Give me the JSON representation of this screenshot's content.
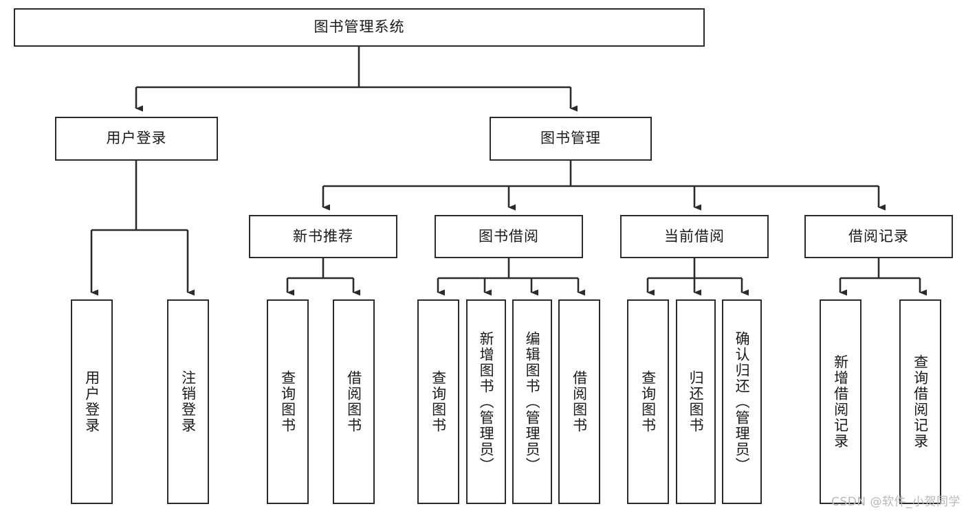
{
  "diagram": {
    "title": "图书管理系统",
    "type": "tree-hierarchy",
    "watermark": "CSDN @软件_小贺同学",
    "root": {
      "label": "图书管理系统"
    },
    "level1": [
      {
        "label": "用户登录"
      },
      {
        "label": "图书管理"
      }
    ],
    "level2": [
      {
        "label": "新书推荐"
      },
      {
        "label": "图书借阅"
      },
      {
        "label": "当前借阅"
      },
      {
        "label": "借阅记录"
      }
    ],
    "leaves": {
      "user_login": [
        {
          "label": "用户登录"
        },
        {
          "label": "注销登录"
        }
      ],
      "new_book_recommend": [
        {
          "label": "查询图书"
        },
        {
          "label": "借阅图书"
        }
      ],
      "book_borrow": [
        {
          "label": "查询图书"
        },
        {
          "label": "新增图书（管理员）"
        },
        {
          "label": "编辑图书（管理员）"
        },
        {
          "label": "借阅图书"
        }
      ],
      "current_borrow": [
        {
          "label": "查询图书"
        },
        {
          "label": "归还图书"
        },
        {
          "label": "确认归还（管理员）"
        }
      ],
      "borrow_records": [
        {
          "label": "新增借阅记录"
        },
        {
          "label": "查询借阅记录"
        }
      ]
    },
    "colors": {
      "stroke": "#2b2b2b",
      "fill": "#ffffff",
      "text": "#1a1a1a",
      "watermark": "#b9b9b9"
    }
  }
}
